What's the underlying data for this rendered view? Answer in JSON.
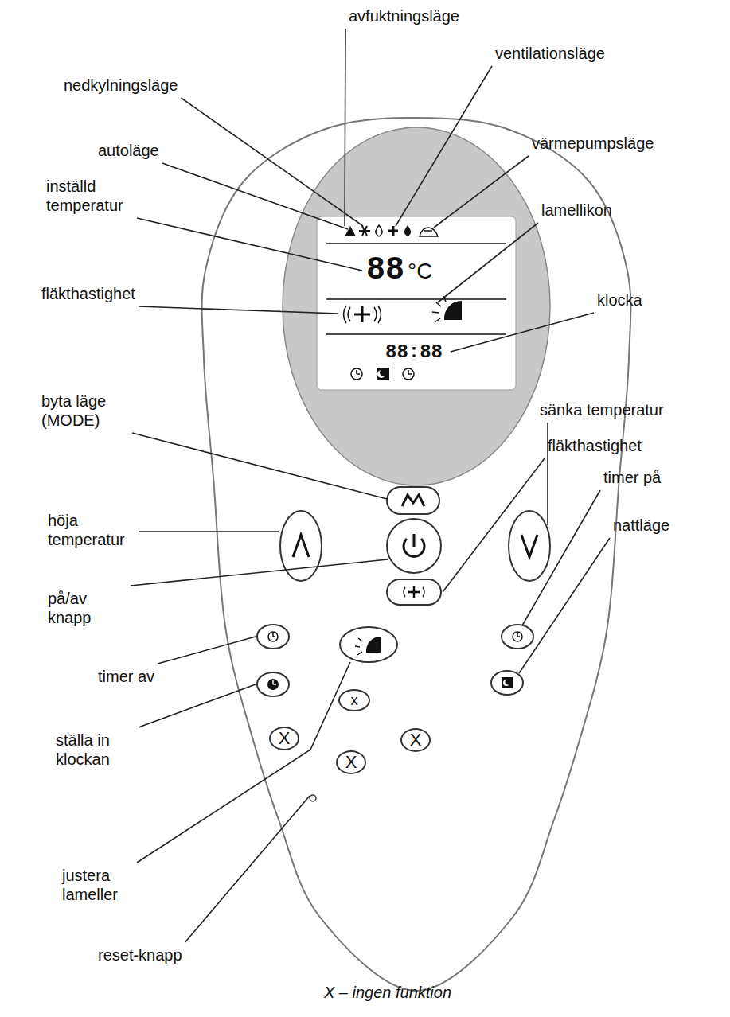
{
  "diagram": {
    "caption": "X – ingen funktion",
    "nodes": [
      {
        "text": [
          "x"
        ]
      },
      {
        "text": [
          "X"
        ]
      },
      {
        "text": [
          "X"
        ]
      },
      {
        "text": [
          "X"
        ]
      }
    ],
    "labels": [
      "avfuktningsläge",
      "ventilationsläge",
      "nedkylningsläge",
      "värmepumpsläge",
      "autoläge",
      "inställd temperatur",
      "lamellikon",
      "88",
      "°C",
      "fläkthastighet",
      "klocka",
      "88:88",
      "byta läge (MODE)",
      "sänka temperatur",
      "fläkthastighet",
      "höja temperatur",
      "timer på",
      "på/av knapp",
      "nattläge",
      "timer av",
      "ställa in klockan",
      "justera lameller",
      "reset-knapp"
    ]
  }
}
